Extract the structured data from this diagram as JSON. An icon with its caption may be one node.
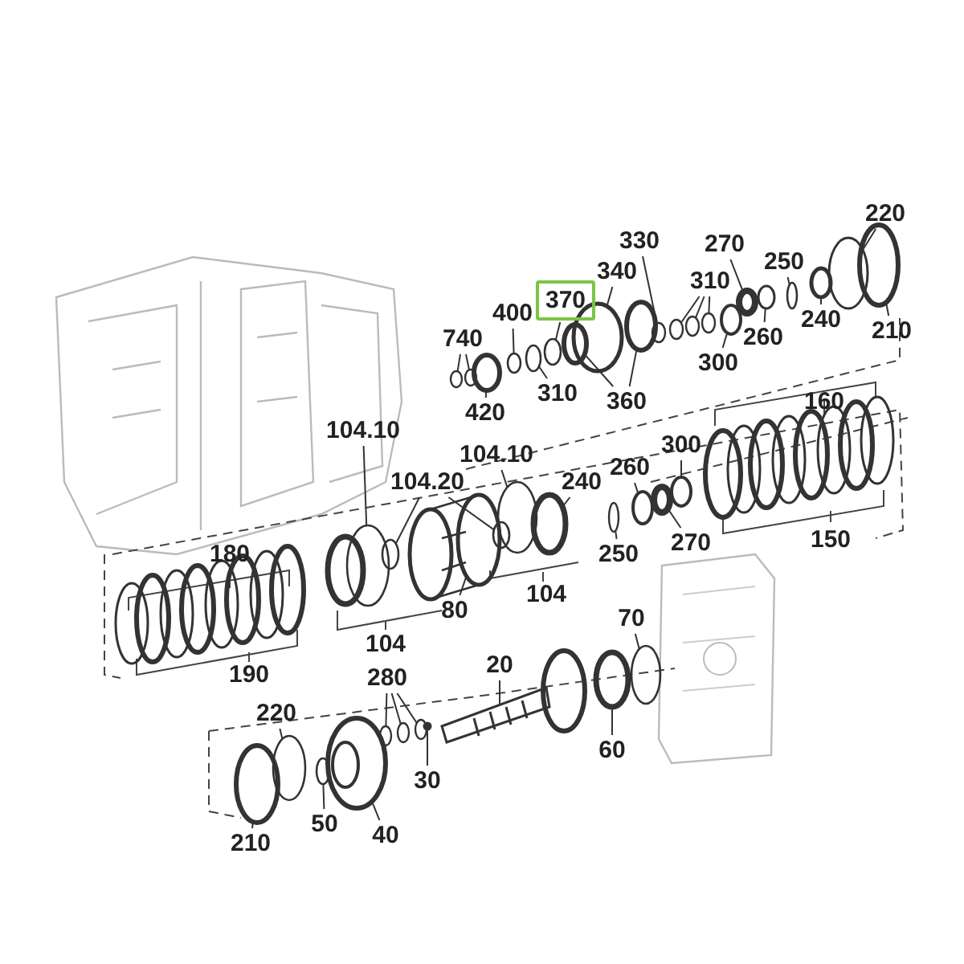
{
  "diagram": {
    "nodes": [
      {
        "text": [
          "220"
        ]
      },
      {
        "text": [
          "330"
        ]
      },
      {
        "text": [
          "270"
        ]
      },
      {
        "text": [
          "250"
        ]
      },
      {
        "text": [
          "370"
        ]
      },
      {
        "text": [
          "340"
        ]
      },
      {
        "text": [
          "310"
        ]
      },
      {
        "text": [
          "400"
        ]
      },
      {
        "text": [
          "740"
        ]
      },
      {
        "text": [
          "240"
        ]
      },
      {
        "text": [
          "210"
        ]
      },
      {
        "text": [
          "300"
        ]
      },
      {
        "text": [
          "260"
        ]
      },
      {
        "text": [
          "310"
        ]
      },
      {
        "text": [
          "360"
        ]
      },
      {
        "text": [
          "420"
        ]
      },
      {
        "text": [
          "104.10"
        ]
      },
      {
        "text": [
          "104.20"
        ]
      },
      {
        "text": [
          "104.10"
        ]
      },
      {
        "text": [
          "240"
        ]
      },
      {
        "text": [
          "260"
        ]
      },
      {
        "text": [
          "300"
        ]
      },
      {
        "text": [
          "270"
        ]
      },
      {
        "text": [
          "250"
        ]
      },
      {
        "text": [
          "80"
        ]
      },
      {
        "text": [
          "70"
        ]
      },
      {
        "text": [
          "20"
        ]
      },
      {
        "text": [
          "280"
        ]
      },
      {
        "text": [
          "220"
        ]
      },
      {
        "text": [
          "30"
        ]
      },
      {
        "text": [
          "60"
        ]
      },
      {
        "text": [
          "210"
        ]
      },
      {
        "text": [
          "50"
        ]
      },
      {
        "text": [
          "40"
        ]
      },
      {
        "text": [],
        "shape": "circle"
      },
      {
        "text": [],
        "shape": "circle"
      },
      {
        "text": [],
        "shape": "circle"
      },
      {
        "text": [],
        "shape": "circle"
      },
      {
        "text": [],
        "shape": "circle"
      },
      {
        "text": [],
        "shape": "circle"
      },
      {
        "text": [],
        "shape": "circle"
      },
      {
        "text": [],
        "shape": "circle"
      },
      {
        "text": [],
        "shape": "circle"
      },
      {
        "text": [],
        "shape": "circle"
      },
      {
        "text": [],
        "shape": "circle"
      },
      {
        "text": [],
        "shape": "circle"
      },
      {
        "text": [],
        "shape": "circle"
      },
      {
        "text": [],
        "shape": "circle"
      },
      {
        "text": [],
        "shape": "bar"
      },
      {
        "text": [],
        "shape": "circle"
      },
      {
        "text": [],
        "shape": "circle"
      },
      {
        "text": [],
        "shape": "circle"
      },
      {
        "text": [],
        "shape": "circle"
      },
      {
        "text": [],
        "shape": "circle"
      },
      {
        "text": [],
        "shape": "circle"
      },
      {
        "text": [],
        "shape": "circle"
      },
      {
        "text": [],
        "shape": "circle"
      },
      {
        "text": [],
        "shape": "circle"
      },
      {
        "text": [],
        "shape": "circle"
      },
      {
        "text": [],
        "shape": "circle"
      },
      {
        "text": [],
        "shape": "circle"
      },
      {
        "text": [],
        "shape": "circle"
      },
      {
        "text": [],
        "shape": "circle"
      },
      {
        "text": [],
        "shape": "circle"
      },
      {
        "text": [],
        "shape": "circle"
      },
      {
        "text": [],
        "shape": "circle"
      },
      {
        "text": [],
        "shape": "circle"
      },
      {
        "text": [],
        "shape": "circle"
      },
      {
        "text": [],
        "shape": "circle"
      },
      {
        "text": [],
        "shape": "circle"
      },
      {
        "text": [],
        "shape": "circle"
      },
      {
        "text": [],
        "shape": "circle"
      },
      {
        "text": [],
        "shape": "circle"
      },
      {
        "text": [],
        "shape": "circle"
      },
      {
        "text": [],
        "shape": "circle"
      }
    ],
    "edges": [
      {
        "from": 0,
        "to": 73,
        "arrow": "none"
      },
      {
        "from": 1,
        "to": 62,
        "arrow": "none"
      },
      {
        "from": 2,
        "to": 69,
        "arrow": "none"
      },
      {
        "from": 3,
        "to": 71,
        "arrow": "none"
      },
      {
        "from": 4,
        "to": 53,
        "arrow": "none"
      },
      {
        "from": 5,
        "to": 56,
        "arrow": "none"
      },
      {
        "from": 6,
        "to": 64,
        "arrow": "none"
      },
      {
        "from": 6,
        "to": 66,
        "arrow": "none"
      },
      {
        "from": 6,
        "to": 67,
        "arrow": "none"
      },
      {
        "from": 7,
        "to": 50,
        "arrow": "none"
      },
      {
        "from": 8,
        "to": 44,
        "arrow": "none"
      },
      {
        "from": 8,
        "to": 45,
        "arrow": "none"
      },
      {
        "from": 9,
        "to": 72,
        "arrow": "none"
      },
      {
        "from": 10,
        "to": 74,
        "arrow": "none"
      },
      {
        "from": 11,
        "to": 68,
        "arrow": "none"
      },
      {
        "from": 12,
        "to": 70,
        "arrow": "none"
      },
      {
        "from": 13,
        "to": 52,
        "arrow": "none"
      },
      {
        "from": 14,
        "to": 55,
        "arrow": "none"
      },
      {
        "from": 14,
        "to": 59,
        "arrow": "none"
      },
      {
        "from": 15,
        "to": 47,
        "arrow": "none"
      },
      {
        "from": 16,
        "to": 38,
        "arrow": "none"
      },
      {
        "from": 17,
        "to": 40,
        "arrow": "none"
      },
      {
        "from": 17,
        "to": 49,
        "arrow": "none"
      },
      {
        "from": 18,
        "to": 51,
        "arrow": "none"
      },
      {
        "from": 19,
        "to": 54,
        "arrow": "none"
      },
      {
        "from": 20,
        "to": 60,
        "arrow": "none"
      },
      {
        "from": 21,
        "to": 65,
        "arrow": "none"
      },
      {
        "from": 22,
        "to": 63,
        "arrow": "none"
      },
      {
        "from": 23,
        "to": 58,
        "arrow": "none"
      },
      {
        "from": 24,
        "to": 46,
        "arrow": "none"
      },
      {
        "from": 25,
        "to": 61,
        "arrow": "none"
      },
      {
        "from": 26,
        "to": 48,
        "arrow": "none"
      },
      {
        "from": 27,
        "to": 39,
        "arrow": "none"
      },
      {
        "from": 27,
        "to": 41,
        "arrow": "none"
      },
      {
        "from": 27,
        "to": 42,
        "arrow": "none"
      },
      {
        "from": 28,
        "to": 35,
        "arrow": "none"
      },
      {
        "from": 29,
        "to": 43,
        "arrow": "none"
      },
      {
        "from": 30,
        "to": 57,
        "arrow": "none"
      },
      {
        "from": 31,
        "to": 34,
        "arrow": "none"
      },
      {
        "from": 32,
        "to": 36,
        "arrow": "none"
      },
      {
        "from": 33,
        "to": 37,
        "arrow": "none"
      }
    ],
    "labels": [
      "160",
      "150",
      "180",
      "104",
      "104",
      "190"
    ]
  }
}
